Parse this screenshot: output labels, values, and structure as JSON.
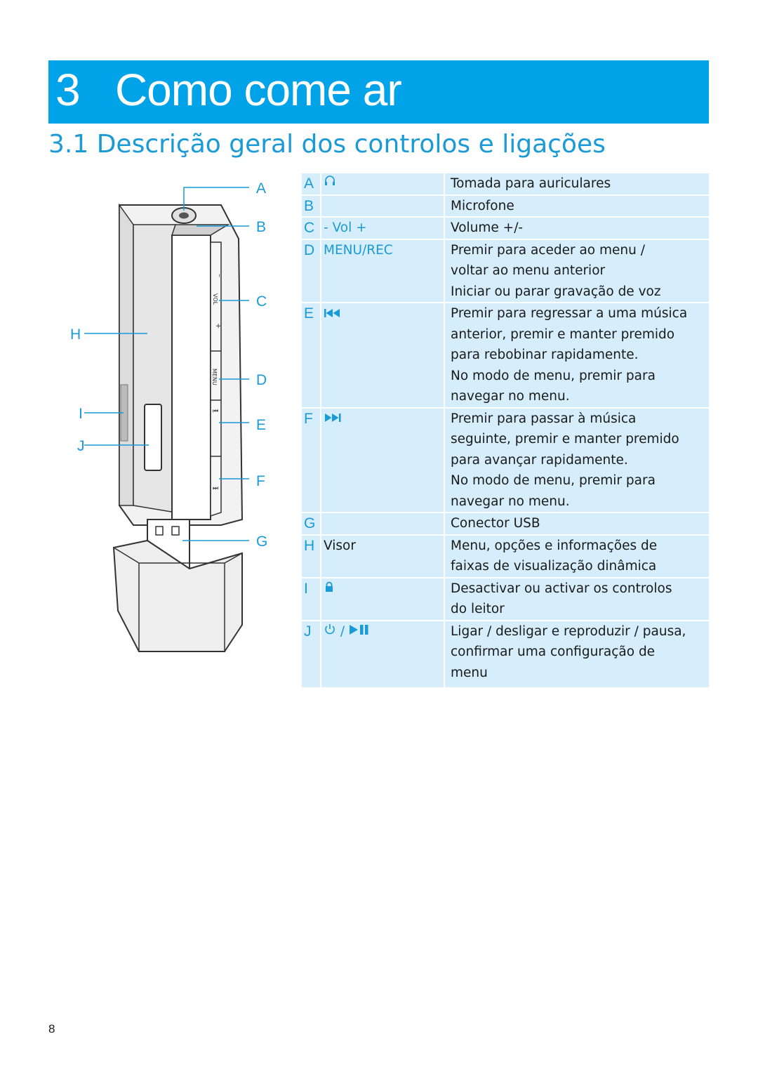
{
  "chapter": {
    "number": "3",
    "title": "Como come ar"
  },
  "section": {
    "title": "3.1 Descrição geral dos controlos e ligações"
  },
  "figure": {
    "callouts": [
      "A",
      "B",
      "C",
      "D",
      "E",
      "F",
      "G",
      "H",
      "I",
      "J"
    ]
  },
  "controls": [
    {
      "letter": "A",
      "key": "",
      "icon": "headphones-icon",
      "lines": [
        "Tomada para auriculares"
      ]
    },
    {
      "letter": "B",
      "key": "",
      "icon": "",
      "lines": [
        "Microfone"
      ]
    },
    {
      "letter": "C",
      "key": "- Vol +",
      "icon": "",
      "lines": [
        "Volume +/-"
      ]
    },
    {
      "letter": "D",
      "key": "MENU/REC",
      "icon": "",
      "lines": [
        "Premir para aceder ao menu /",
        "voltar ao menu anterior",
        "Iniciar ou parar gravação de voz"
      ]
    },
    {
      "letter": "E",
      "key": "",
      "icon": "previous-track-icon",
      "lines": [
        "Premir para regressar a uma música",
        "anterior, premir e manter premido",
        "para rebobinar rapidamente.",
        "No modo de menu, premir para",
        "navegar no menu."
      ]
    },
    {
      "letter": "F",
      "key": "",
      "icon": "next-track-icon",
      "lines": [
        "Premir para passar à música",
        "seguinte, premir e manter premido",
        "para avançar rapidamente.",
        "No modo de menu, premir para",
        "navegar no menu."
      ]
    },
    {
      "letter": "G",
      "key": "",
      "icon": "",
      "lines": [
        "Conector USB"
      ]
    },
    {
      "letter": "H",
      "key": "Visor",
      "icon": "",
      "lines": [
        "Menu, opções e informações de",
        "faixas de visualização dinâmica"
      ]
    },
    {
      "letter": "I",
      "key": "",
      "icon": "lock-icon",
      "lines": [
        "Desactivar ou activar os controlos",
        "do leitor"
      ]
    },
    {
      "letter": "J",
      "key": "/",
      "icon": "power-play-pause-icon",
      "lines": [
        "Ligar / desligar e reproduzir / pausa,",
        "confirmar uma configuração de",
        "menu"
      ]
    }
  ],
  "page_number": "8",
  "colors": {
    "banner": "#00a3e8",
    "accent": "#1a9ad6",
    "table_bg": "#d6eefb"
  }
}
